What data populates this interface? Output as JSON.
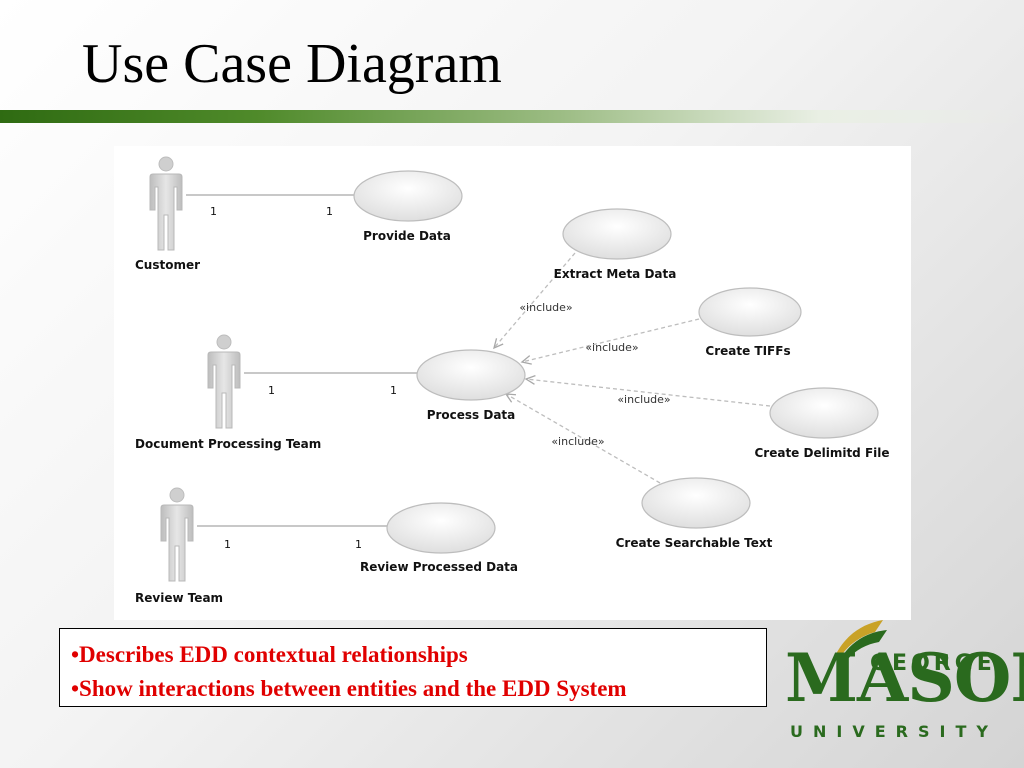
{
  "slide": {
    "title": "Use Case Diagram"
  },
  "diagram": {
    "actors": [
      {
        "id": "customer",
        "label": "Customer"
      },
      {
        "id": "doc-team",
        "label": "Document Processing Team"
      },
      {
        "id": "review-team",
        "label": "Review Team"
      }
    ],
    "use_cases": [
      {
        "id": "provide",
        "label": "Provide Data"
      },
      {
        "id": "extract",
        "label": "Extract Meta Data"
      },
      {
        "id": "tiffs",
        "label": "Create TIFFs"
      },
      {
        "id": "process",
        "label": "Process Data"
      },
      {
        "id": "delimited",
        "label": "Create Delimitd File"
      },
      {
        "id": "searchable",
        "label": "Create Searchable Text"
      },
      {
        "id": "review",
        "label": "Review Processed Data"
      }
    ],
    "associations": [
      {
        "actor": "customer",
        "use_case": "provide",
        "mult_actor": "1",
        "mult_usecase": "1"
      },
      {
        "actor": "doc-team",
        "use_case": "process",
        "mult_actor": "1",
        "mult_usecase": "1"
      },
      {
        "actor": "review-team",
        "use_case": "review",
        "mult_actor": "1",
        "mult_usecase": "1"
      }
    ],
    "includes": [
      {
        "from": "extract",
        "to": "process",
        "label": "«include»"
      },
      {
        "from": "tiffs",
        "to": "process",
        "label": "«include»"
      },
      {
        "from": "delimited",
        "to": "process",
        "label": "«include»"
      },
      {
        "from": "searchable",
        "to": "process",
        "label": "«include»"
      }
    ]
  },
  "bullets": [
    "•Describes EDD contextual relationships",
    "•Show interactions between entities and the EDD System"
  ],
  "logo": {
    "line1": "GEORGE",
    "line2": "MASON",
    "line3": "UNIVERSITY"
  },
  "colors": {
    "brand_green": "#2a6a1e",
    "bullet_red": "#e00000",
    "title_rule_green": "#2f6b12"
  }
}
